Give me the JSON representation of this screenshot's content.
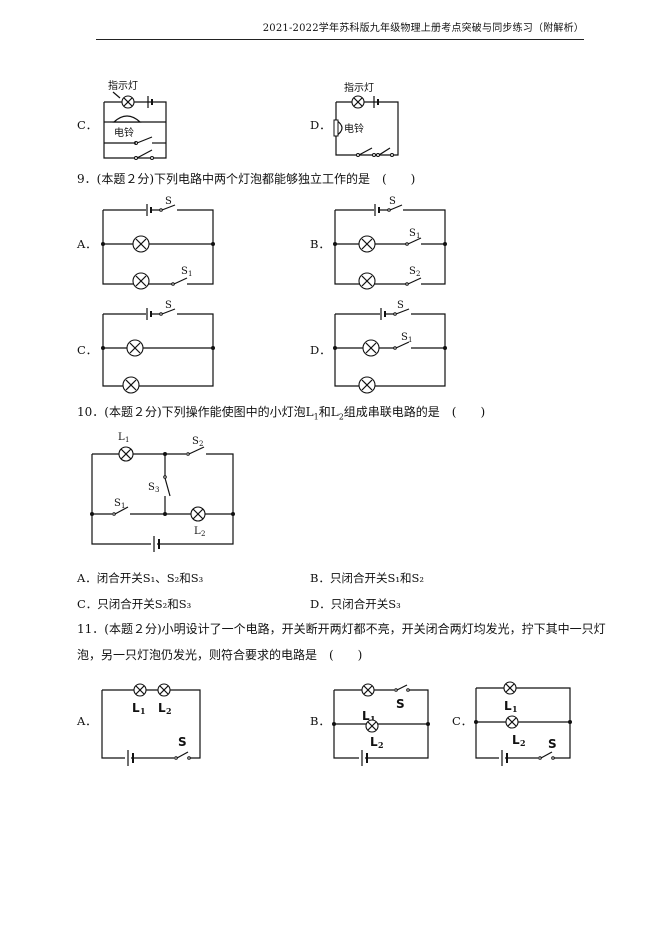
{
  "header": "2021-2022学年苏科版九年级物理上册考点突破与同步练习（附解析）",
  "q8": {
    "optC": "C．",
    "optD": "D．",
    "lamp_label": "指示灯",
    "bell_label": "电铃"
  },
  "q9": {
    "stem": "9．(本题２分)下列电路中两个灯泡都能够独立工作的是　(　　)",
    "optA": "A．",
    "optB": "B．",
    "optC": "C．",
    "optD": "D．",
    "s": "S",
    "s1": "S",
    "s1_sub": "1",
    "s2": "S",
    "s2_sub": "2"
  },
  "q10": {
    "stem_pre": "10．(本题２分)下列操作能使图中的小灯泡L",
    "stem_sub1": "1",
    "stem_mid": "和L",
    "stem_sub2": "2",
    "stem_post": "组成串联电路的是　(　　)",
    "L": "L",
    "S": "S",
    "sub1": "1",
    "sub2": "2",
    "sub3": "3",
    "answers": {
      "A": "A．闭合开关S₁、S₂和S₃",
      "B": "B．只闭合开关S₁和S₂",
      "C": "C．只闭合开关S₂和S₃",
      "D": "D．只闭合开关S₃"
    }
  },
  "q11": {
    "stem_line1": "11．(本题２分)小明设计了一个电路，开关断开两灯都不亮，开关闭合两灯均发光，拧下其中一只灯",
    "stem_line2": "泡，另一只灯泡仍发光，则符合要求的电路是　(　　)",
    "optA": "A．",
    "optB": "B．",
    "optC": "C．",
    "L": "L",
    "S": "S",
    "sub1": "1",
    "sub2": "2"
  }
}
